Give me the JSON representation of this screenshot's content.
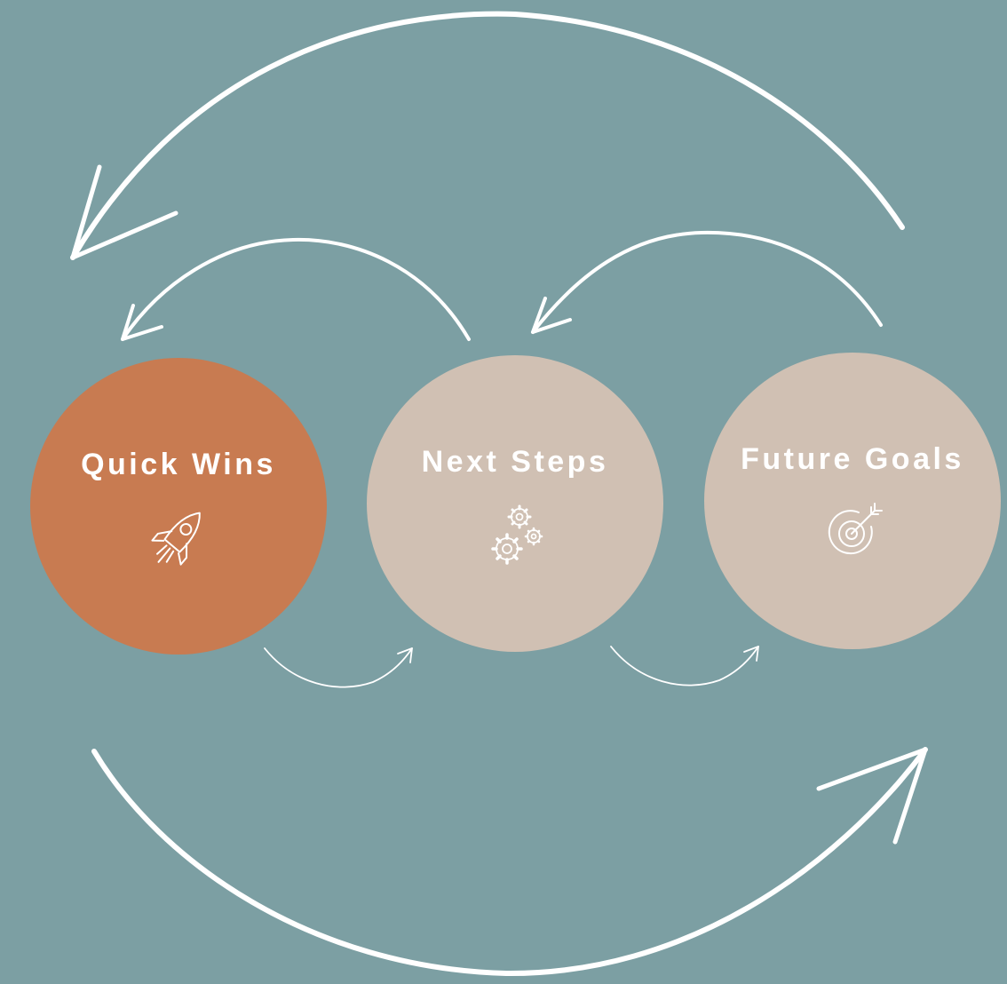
{
  "diagram": {
    "background_color": "#7c9fa3",
    "arrow_color": "#ffffff",
    "stages": [
      {
        "title": "Quick Wins",
        "icon": "rocket-icon",
        "color": "#c87b51"
      },
      {
        "title": "Next Steps",
        "icon": "gears-icon",
        "color": "#d0c0b3"
      },
      {
        "title": "Future Goals",
        "icon": "target-icon",
        "color": "#d0c0b3"
      }
    ]
  }
}
